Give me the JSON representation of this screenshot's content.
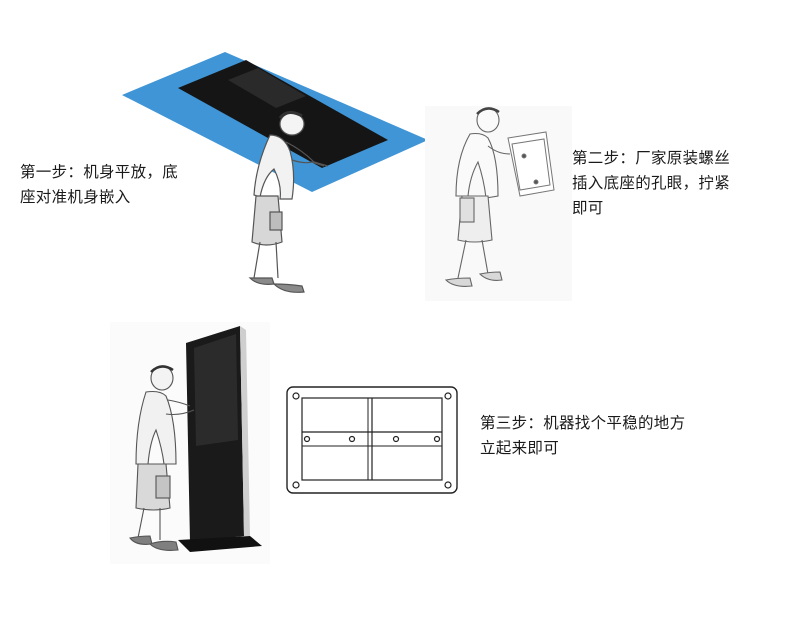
{
  "steps": [
    {
      "text": "第一步：机身平放，底\n座对准机身嵌入"
    },
    {
      "text": "第二步：厂家原装螺丝\n插入底座的孔眼，拧紧\n即可"
    },
    {
      "text": "第三步：机器找个平稳的地方\n立起来即可"
    }
  ],
  "colors": {
    "table_blue": "#3f95d6",
    "screen_black": "#161616",
    "sketch_line": "#555555"
  }
}
